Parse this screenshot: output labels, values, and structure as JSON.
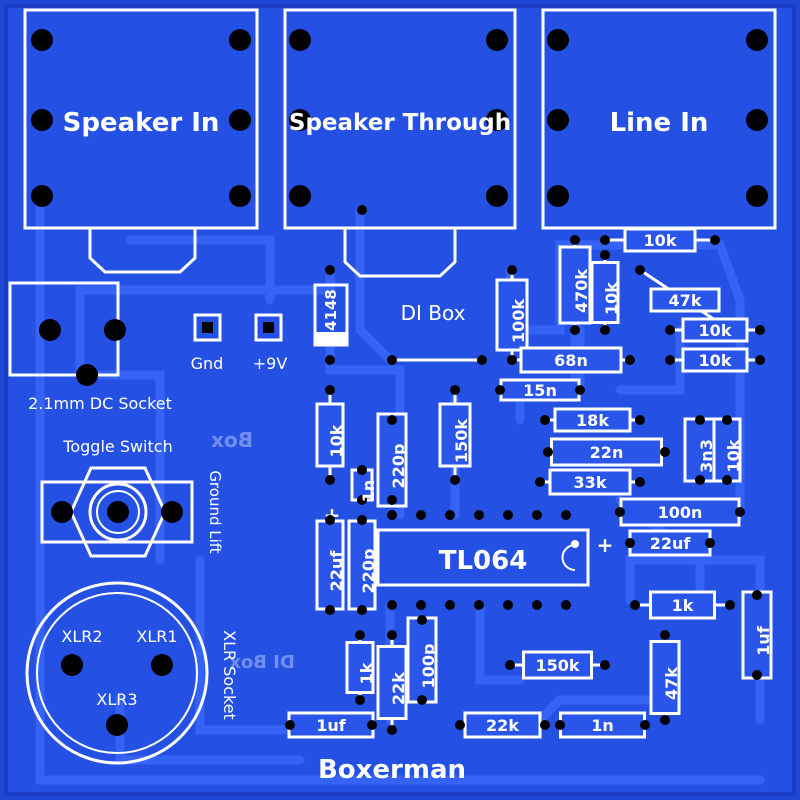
{
  "colors": {
    "board": "#1f47d6",
    "copper": "#2a58ec",
    "silk": "#ffffff",
    "pad": "#000000"
  },
  "jacks": {
    "speaker_in": "Speaker In",
    "speaker_through": "Speaker Through",
    "line_in": "Line In"
  },
  "labels": {
    "dc_socket": "2.1mm DC Socket",
    "gnd": "Gnd",
    "v9": "+9V",
    "diode": "4148",
    "di_box": "DI Box",
    "toggle": "Toggle Switch",
    "ground_lift": "Ground Lift",
    "xlr1": "XLR1",
    "xlr2": "XLR2",
    "xlr3": "XLR3",
    "xlr_socket": "XLR Socket",
    "ic": "TL064",
    "brand": "Boxerman",
    "mirror_box": "Box",
    "mirror_di_box": "DI Box",
    "plus1": "+",
    "plus2": "+"
  },
  "components": {
    "r_10k_top": "10k",
    "r_470k": "470k",
    "r_10k_v": "10k",
    "r_47k_top": "47k",
    "r_100k": "100k",
    "r_10k_r1": "10k",
    "r_10k_r2": "10k",
    "c_68n": "68n",
    "c_15n": "15n",
    "r_18k": "18k",
    "c_22n": "22n",
    "r_33k": "33k",
    "c_3n3": "3n3",
    "r_10k_r3": "10k",
    "c_100n": "100n",
    "c_22uf_r": "22uf",
    "r_10k_left": "10k",
    "c_220p_top": "220p",
    "c_1n_small": "1n",
    "r_150k_v": "150k",
    "c_22uf_left": "22uf",
    "c_220p_low": "220p",
    "r_1k_right": "1k",
    "c_1uf_right": "1uf",
    "r_1k_left": "1k",
    "r_22k_v": "22k",
    "c_100p": "100p",
    "r_150k_h": "150k",
    "r_47k_low": "47k",
    "c_1uf_bottom": "1uf",
    "r_22k_h": "22k",
    "c_1n_bottom": "1n"
  }
}
